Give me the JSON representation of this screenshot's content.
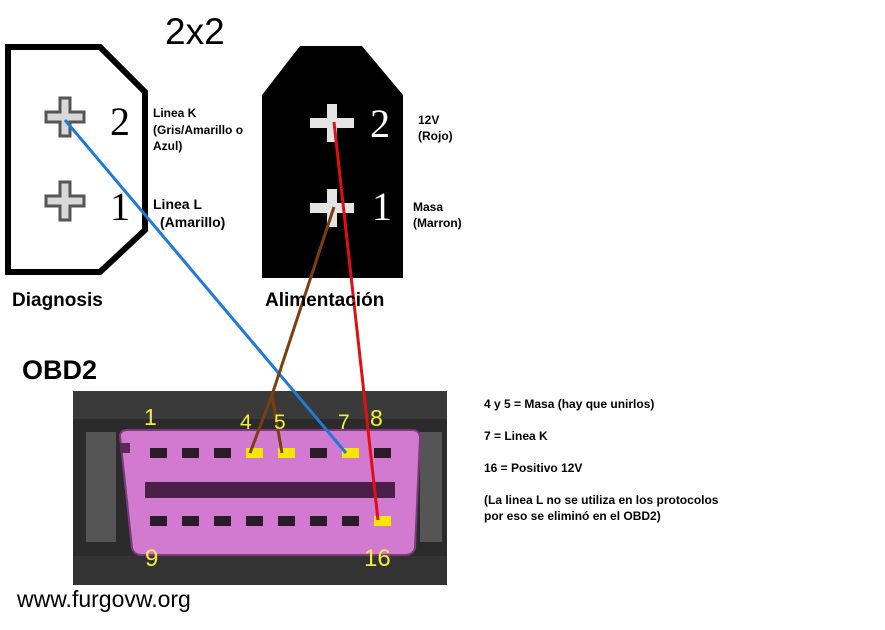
{
  "title": "2x2",
  "diagnosis": {
    "label": "Diagnosis",
    "pin2": "2",
    "pin1": "1",
    "pin2_desc": [
      "Linea K",
      "(Gris/Amarillo o",
      "Azul)"
    ],
    "pin1_desc": [
      "Linea L",
      "(Amarillo)"
    ]
  },
  "power": {
    "label": "Alimentación",
    "pin2": "2",
    "pin1": "1",
    "pin2_desc": [
      "12V",
      "(Rojo)"
    ],
    "pin1_desc": [
      "Masa",
      "(Marron)"
    ]
  },
  "obd2": {
    "label": "OBD2",
    "pin_numbers": [
      "1",
      "4",
      "5",
      "7",
      "8",
      "9",
      "16"
    ]
  },
  "notes": [
    "4 y 5 = Masa (hay que unirlos)",
    "7 = Linea K",
    "16 = Positivo 12V",
    "(La linea L no se utiliza en los protocolos",
    "por eso se eliminó en el OBD2)"
  ],
  "watermark": "www.furgovw.org",
  "colors": {
    "wire_k": "#1e7ad8",
    "wire_ground": "#7b3f0e",
    "wire_12v": "#e01010",
    "connector_pink": "#d17ad0",
    "pin_highlight": "#f7e600",
    "pin_label": "#f4ee3a"
  }
}
